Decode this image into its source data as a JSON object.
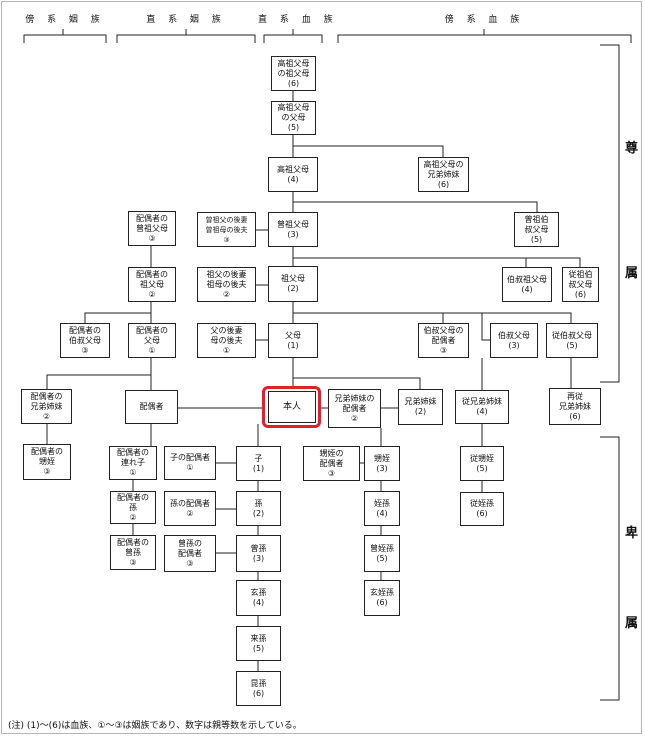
{
  "headers": {
    "collateral_affinity": "傍 系 姻 族",
    "lineal_affinity": "直 系 姻 族",
    "lineal_blood": "直 系 血 族",
    "collateral_blood": "傍 系 血 族"
  },
  "side_labels": {
    "ascendant_1": "尊",
    "ascendant_2": "属",
    "descendant_1": "卑",
    "descendant_2": "属"
  },
  "nodes": {
    "koso_sofubo": [
      "高祖父母",
      "の祖父母",
      "(6)"
    ],
    "koso_fubo": [
      "高祖父母",
      "の父母",
      "(5)"
    ],
    "koso": [
      "高祖父母",
      "(4)"
    ],
    "koso_kyodai": [
      "高祖父母の",
      "兄弟姉妹",
      "(6)"
    ],
    "haigu_sosofubo": [
      "配偶者の",
      "曾祖父母",
      "③"
    ],
    "sosofubo_gokei": [
      "曾祖父の後妻",
      "曾祖母の後夫",
      "③"
    ],
    "sosofubo": [
      "曾祖父母",
      "(3)"
    ],
    "sosohaku": [
      "曾祖伯",
      "叔父母",
      "(5)"
    ],
    "haigu_sofubo": [
      "配偶者の",
      "祖父母",
      "②"
    ],
    "sofubo_gokei": [
      "祖父の後妻",
      "祖母の後夫",
      "②"
    ],
    "sofubo": [
      "祖父母",
      "(2)"
    ],
    "hakushuku_sofubo": [
      "伯叔祖父母",
      "(4)"
    ],
    "ju_sohaku": [
      "従祖伯",
      "叔父母",
      "(6)"
    ],
    "haigu_hakushuku": [
      "配偶者の",
      "伯叔父母",
      "③"
    ],
    "haigu_fubo": [
      "配偶者の",
      "父母",
      "①"
    ],
    "fubo_gokei": [
      "父の後妻",
      "母の後夫",
      "①"
    ],
    "fubo": [
      "父母",
      "(1)"
    ],
    "hakushuku_haigu": [
      "伯叔父母の",
      "配偶者",
      "③"
    ],
    "hakushuku": [
      "伯叔父母",
      "(3)"
    ],
    "ju_hakushuku": [
      "従伯叔父母",
      "(5)"
    ],
    "haigu_kyodai": [
      "配偶者の",
      "兄弟姉妹",
      "②"
    ],
    "haigusha": [
      "配偶者"
    ],
    "honnin": [
      "本人"
    ],
    "kyodai_haigu": [
      "兄弟姉妹の",
      "配偶者",
      "②"
    ],
    "kyodai": [
      "兄弟姉妹",
      "(2)"
    ],
    "ju_kyodai": [
      "従兄弟姉妹",
      "(4)"
    ],
    "sai_ju_kyodai": [
      "再従",
      "兄弟姉妹",
      "(6)"
    ],
    "haigu_oimei": [
      "配偶者の",
      "甥姪",
      "③"
    ],
    "haigu_tsurego": [
      "配偶者の",
      "連れ子",
      "①"
    ],
    "ko_haigu": [
      "子の配偶者",
      "①"
    ],
    "ko": [
      "子",
      "(1)"
    ],
    "oimei_haigu": [
      "甥姪の",
      "配偶者",
      "③"
    ],
    "oimei": [
      "甥姪",
      "(3)"
    ],
    "ju_oimei": [
      "従甥姪",
      "(5)"
    ],
    "haigu_mago": [
      "配偶者の",
      "孫",
      "②"
    ],
    "mago_haigu": [
      "孫の配偶者",
      "②"
    ],
    "mago": [
      "孫",
      "(2)"
    ],
    "tetsuson": [
      "姪孫",
      "(4)"
    ],
    "ju_tetsuson": [
      "従姪孫",
      "(6)"
    ],
    "haigu_himago": [
      "配偶者の",
      "曾孫",
      "③"
    ],
    "himago_haigu": [
      "曾孫の",
      "配偶者",
      "③"
    ],
    "himago": [
      "曾孫",
      "(3)"
    ],
    "soutetsuson": [
      "曾姪孫",
      "(5)"
    ],
    "genson": [
      "玄孫",
      "(4)"
    ],
    "gen_tetsuson": [
      "玄姪孫",
      "(6)"
    ],
    "raison": [
      "来孫",
      "(5)"
    ],
    "konson": [
      "昆孫",
      "(6)"
    ]
  },
  "note": "(注) (1)～(6)は血族、①～③は姻族であり、数字は親等数を示している。",
  "colors": {
    "highlight": "#e0202a",
    "line": "#222222"
  }
}
